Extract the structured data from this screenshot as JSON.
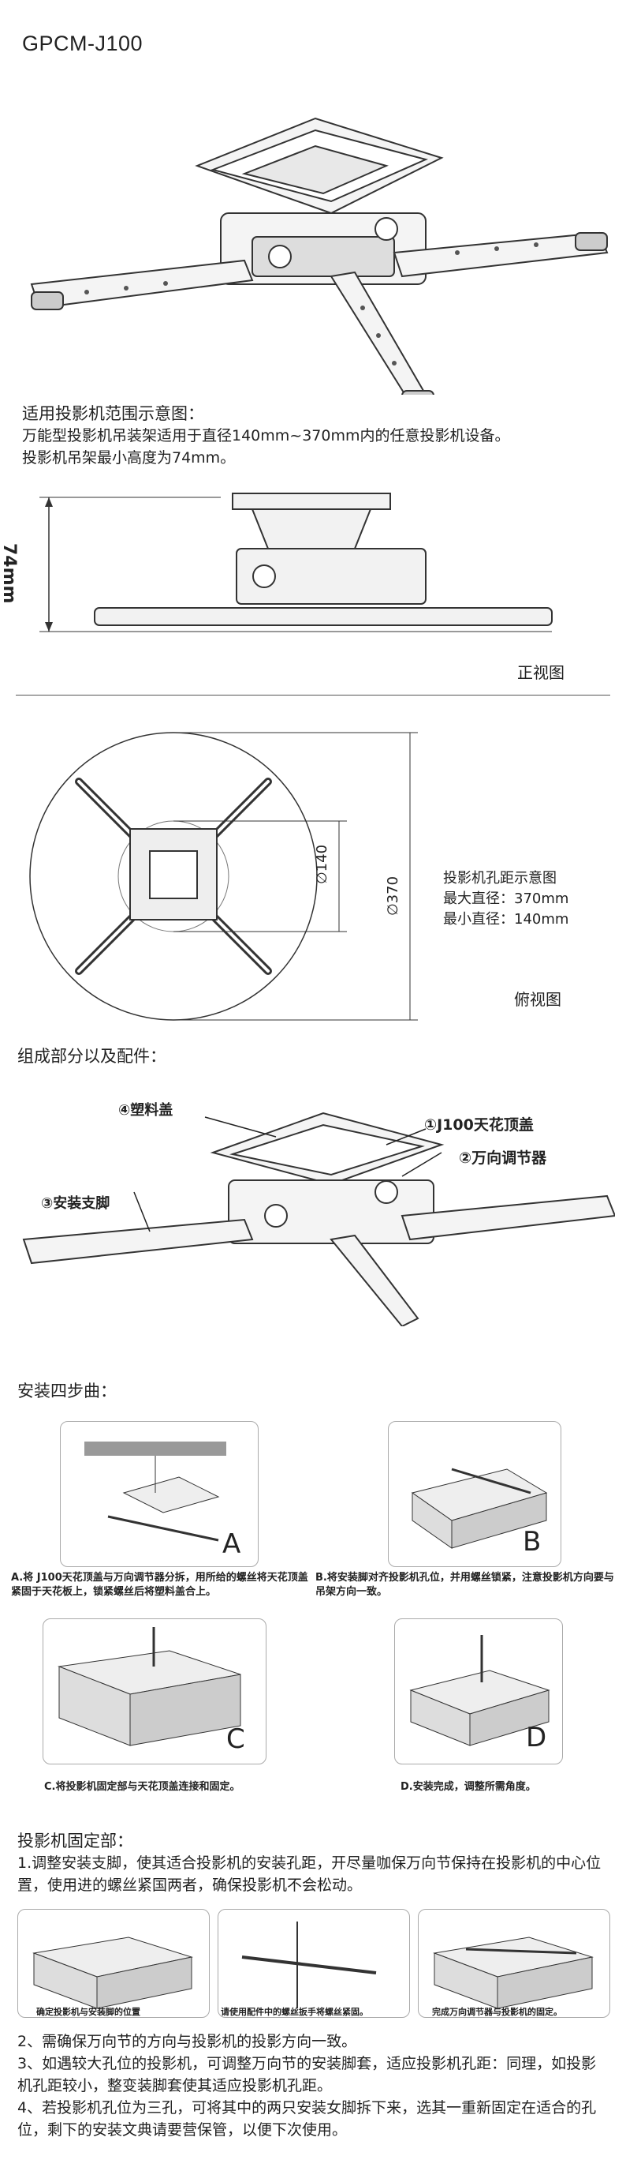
{
  "product_title": "GPCM-J100",
  "range": {
    "heading": "适用投影机范围示意图：",
    "line1": "万能型投影机吊装架适用于直径140mm~370mm内的任意投影机设备。",
    "line2": "投影机吊架最小高度为74mm。",
    "height_dim": "74mm",
    "front_view": "正视图"
  },
  "top_view": {
    "dim_140": "∅140",
    "dim_370": "∅370",
    "hole_title": "投影机孔距示意图",
    "max": "最大直径：370mm",
    "min": "最小直径：140mm",
    "caption": "俯视图"
  },
  "parts": {
    "heading": "组成部分以及配件：",
    "p4": "④塑料盖",
    "p1": "①J100天花顶盖",
    "p2": "②万向调节器",
    "p3": "③安装支脚"
  },
  "steps": {
    "heading": "安装四步曲：",
    "A": {
      "letter": "A",
      "text": "A.将 J100天花顶盖与万向调节器分拆，用所给的螺丝将天花顶盖紧固于天花板上，锁紧螺丝后将塑料盖合上。"
    },
    "B": {
      "letter": "B",
      "text": "B.将安装脚对齐投影机孔位，并用螺丝锁紧，注意投影机方向要与吊架方向一致。"
    },
    "C": {
      "letter": "C",
      "text": "C.将投影机固定部与天花顶盖连接和固定。"
    },
    "D": {
      "letter": "D",
      "text": "D.安装完成，调整所需角度。"
    }
  },
  "fix": {
    "heading": "投影机固定部：",
    "p1": "1.调整安装支脚，使其适合投影机的安装孔距，开尽量咖保万向节保持在投影机的中心位置，使用进的螺丝紧国两者，确保投影机不会松动。",
    "cap1": "确定投影机与安装脚的位置",
    "cap2": "请使用配件中的螺丝扳手将螺丝紧固。",
    "cap3": "完成万向调节器与投影机的固定。",
    "p2": "2、需确保万向节的方向与投影机的投影方向一致。",
    "p3": "3、如遇较大孔位的投影机，可调整万向节的安装脚套，适应投影机孔距：同理，如投影机孔距较小，整变装脚套使其适应投影机孔距。",
    "p4": "4、若投影机孔位为三孔，可将其中的两只安装女脚拆下来，选其一重新固定在适合的孔位，剩下的安装文典请要营保管，以便下次使用。"
  }
}
